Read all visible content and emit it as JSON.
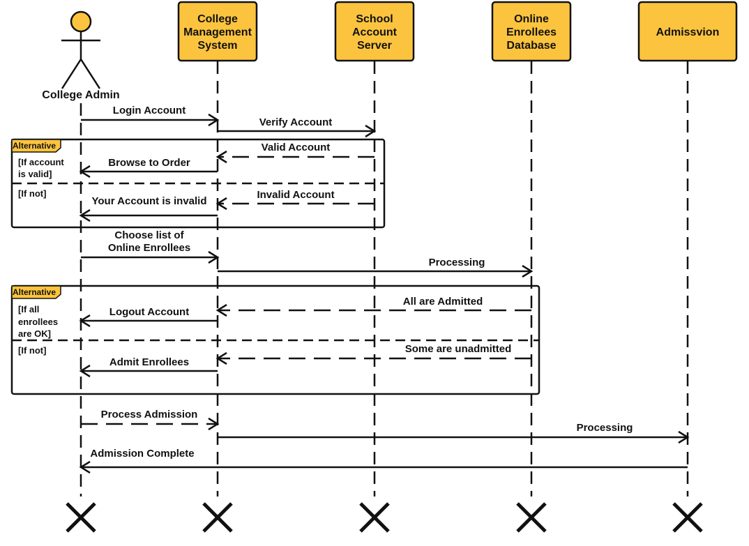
{
  "colors": {
    "box_fill": "#fcc43e",
    "stroke": "#111111",
    "background": "#ffffff"
  },
  "actor": {
    "name": "College Admin",
    "icon": "stick-figure-actor-icon"
  },
  "participants": [
    {
      "id": "cms",
      "lines": [
        "College",
        "Management",
        "System"
      ]
    },
    {
      "id": "sas",
      "lines": [
        "School",
        "Account",
        "Server"
      ]
    },
    {
      "id": "oed",
      "lines": [
        "Online",
        "Enrollees",
        "Database"
      ]
    },
    {
      "id": "adm",
      "lines": [
        "Admissvion"
      ]
    }
  ],
  "fragments": [
    {
      "tag": "Alternative",
      "guards": [
        [
          "[If account",
          "is valid]"
        ],
        [
          "[If not]"
        ]
      ]
    },
    {
      "tag": "Alternative",
      "guards": [
        [
          "[If all",
          "enrollees",
          "are OK]"
        ],
        [
          "[If not]"
        ]
      ]
    }
  ],
  "messages": [
    {
      "from": "actor",
      "to": "cms",
      "lines": [
        "Login Account"
      ],
      "style": "solid"
    },
    {
      "from": "cms",
      "to": "sas",
      "lines": [
        "Verify Account"
      ],
      "style": "solid"
    },
    {
      "from": "sas",
      "to": "cms",
      "lines": [
        "Valid Account"
      ],
      "style": "dashed"
    },
    {
      "from": "cms",
      "to": "actor",
      "lines": [
        "Browse to Order"
      ],
      "style": "solid"
    },
    {
      "from": "sas",
      "to": "cms",
      "lines": [
        "Invalid Account"
      ],
      "style": "dashed"
    },
    {
      "from": "cms",
      "to": "actor",
      "lines": [
        "Your Account is invalid"
      ],
      "style": "solid"
    },
    {
      "from": "actor",
      "to": "cms",
      "lines": [
        "Choose list of",
        "Online Enrollees"
      ],
      "style": "solid"
    },
    {
      "from": "cms",
      "to": "oed",
      "lines": [
        "Processing"
      ],
      "style": "solid"
    },
    {
      "from": "oed",
      "to": "cms",
      "lines": [
        "All are Admitted"
      ],
      "style": "dashed"
    },
    {
      "from": "cms",
      "to": "actor",
      "lines": [
        "Logout Account"
      ],
      "style": "solid"
    },
    {
      "from": "oed",
      "to": "cms",
      "lines": [
        "Some are unadmitted"
      ],
      "style": "dashed"
    },
    {
      "from": "cms",
      "to": "actor",
      "lines": [
        "Admit Enrollees"
      ],
      "style": "solid"
    },
    {
      "from": "actor",
      "to": "cms",
      "lines": [
        "Process Admission"
      ],
      "style": "dashed"
    },
    {
      "from": "cms",
      "to": "adm",
      "lines": [
        "Processing"
      ],
      "style": "solid"
    },
    {
      "from": "adm",
      "to": "actor",
      "lines": [
        "Admission Complete"
      ],
      "style": "solid"
    }
  ],
  "destruction_icon": "x-destroy-icon"
}
